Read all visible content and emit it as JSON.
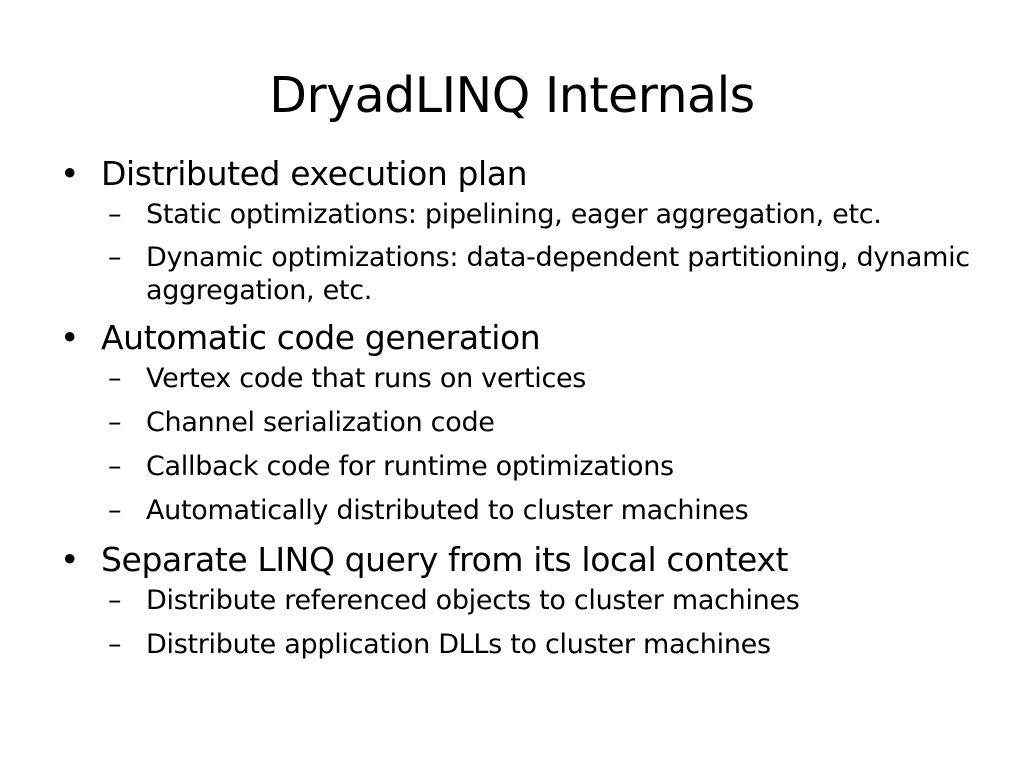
{
  "slide": {
    "title": "DryadLINQ Internals",
    "bullet_glyph": "•",
    "dash_glyph": "–",
    "items": [
      {
        "text": "Distributed execution plan",
        "sub": [
          "Static optimizations: pipelining, eager aggregation, etc.",
          "Dynamic optimizations: data-dependent partitioning, dynamic aggregation, etc."
        ]
      },
      {
        "text": "Automatic code generation",
        "sub": [
          "Vertex code that runs on vertices",
          "Channel serialization code",
          "Callback code for runtime optimizations",
          "Automatically distributed to cluster machines"
        ]
      },
      {
        "text": "Separate LINQ query from its local context",
        "sub": [
          "Distribute referenced objects to cluster machines",
          "Distribute application DLLs to cluster machines"
        ]
      }
    ]
  }
}
